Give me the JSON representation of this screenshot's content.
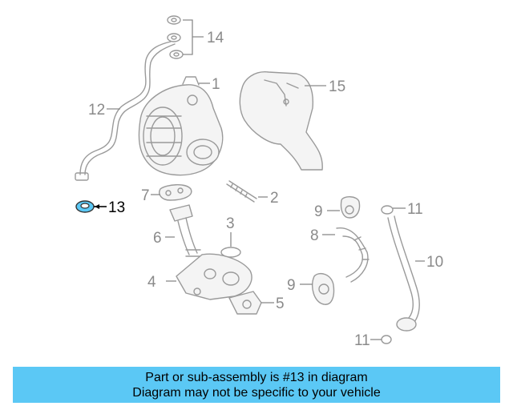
{
  "callouts": {
    "c1": "1",
    "c2": "2",
    "c3": "3",
    "c4": "4",
    "c5": "5",
    "c6": "6",
    "c7": "7",
    "c8": "8",
    "c9a": "9",
    "c9b": "9",
    "c10": "10",
    "c11a": "11",
    "c11b": "11",
    "c12": "12",
    "c13": "13",
    "c14": "14",
    "c15": "15"
  },
  "highlighted_part": "13",
  "highlight_color": "#5bc8f5",
  "banner": {
    "line1": "Part or sub-assembly is #13 in diagram",
    "line2": "Diagram may not be specific to your vehicle"
  }
}
